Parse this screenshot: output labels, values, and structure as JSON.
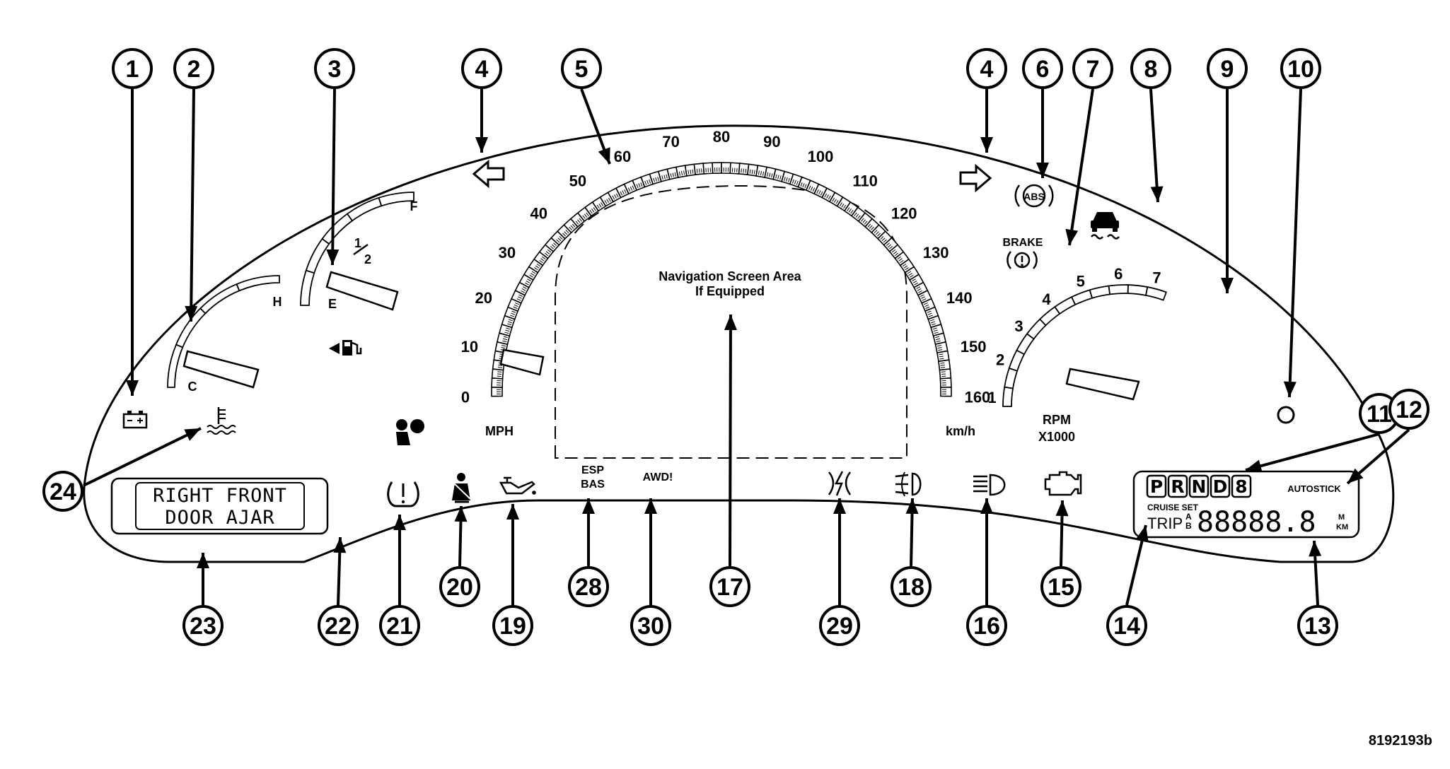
{
  "speedometer": {
    "ticks": [
      "0",
      "10",
      "20",
      "30",
      "40",
      "50",
      "60",
      "70",
      "80",
      "90",
      "100",
      "110",
      "120",
      "130",
      "140",
      "150",
      "160"
    ],
    "unit_left": "MPH",
    "unit_right": "km/h"
  },
  "tachometer": {
    "ticks": [
      "1",
      "2",
      "3",
      "4",
      "5",
      "6",
      "7"
    ],
    "unit_line1": "RPM",
    "unit_line2": "X1000"
  },
  "fuel_gauge": {
    "empty": "E",
    "half_num": "1",
    "half_den": "2",
    "full": "F"
  },
  "temp_gauge": {
    "cold": "C",
    "hot": "H"
  },
  "navigation": {
    "line1": "Navigation Screen Area",
    "line2": "If Equipped"
  },
  "indicators": {
    "abs": "ABS",
    "brake": "BRAKE",
    "esp_line1": "ESP",
    "esp_line2": "BAS",
    "awd": "AWD!"
  },
  "message_center": {
    "line1": "RIGHT FRONT",
    "line2": "DOOR AJAR"
  },
  "transmission": {
    "gears": [
      "P",
      "R",
      "N",
      "D",
      "8"
    ],
    "autostick": "AUTOSTICK",
    "cruise_set": "CRUISE SET",
    "trip": "TRIP",
    "trip_a": "A",
    "trip_b": "B",
    "odometer": "88888.8",
    "unit_m": "M",
    "unit_km": "KM"
  },
  "callouts": [
    "1",
    "2",
    "3",
    "4",
    "5",
    "4",
    "6",
    "7",
    "8",
    "9",
    "10",
    "11",
    "12",
    "24",
    "23",
    "22",
    "21",
    "20",
    "19",
    "28",
    "30",
    "17",
    "29",
    "18",
    "16",
    "15",
    "14",
    "13"
  ],
  "figure_ref": "8192193b"
}
